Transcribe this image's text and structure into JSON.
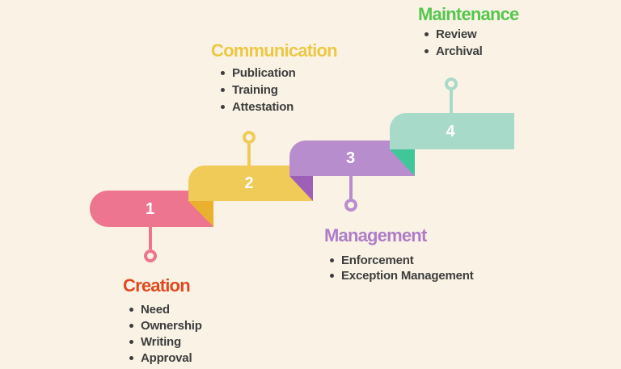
{
  "diagram": {
    "type": "staircase-ribbon-process",
    "background_color": "#FAF3E5",
    "bullet_text_color": "#3D3D3D",
    "number_text_color": "#FFFFFF"
  },
  "steps": [
    {
      "number": "1",
      "title": "Creation",
      "title_color": "#E0491F",
      "ribbon_color": "#EE7590",
      "bullets": [
        "Need",
        "Ownership",
        "Writing",
        "Approval"
      ]
    },
    {
      "number": "2",
      "title": "Communication",
      "title_color": "#ECC846",
      "ribbon_color": "#F0CB58",
      "fold_color": "#EAB12E",
      "bullets": [
        "Publication",
        "Training",
        "Attestation"
      ]
    },
    {
      "number": "3",
      "title": "Management",
      "title_color": "#AF7CC8",
      "ribbon_color": "#B88DCE",
      "fold_color": "#9E60B7",
      "bullets": [
        "Enforcement",
        "Exception Management"
      ]
    },
    {
      "number": "4",
      "title": "Maintenance",
      "title_color": "#56C64E",
      "ribbon_color": "#A8DAC9",
      "fold_color": "#41C69A",
      "bullets": [
        "Review",
        "Archival"
      ]
    }
  ]
}
